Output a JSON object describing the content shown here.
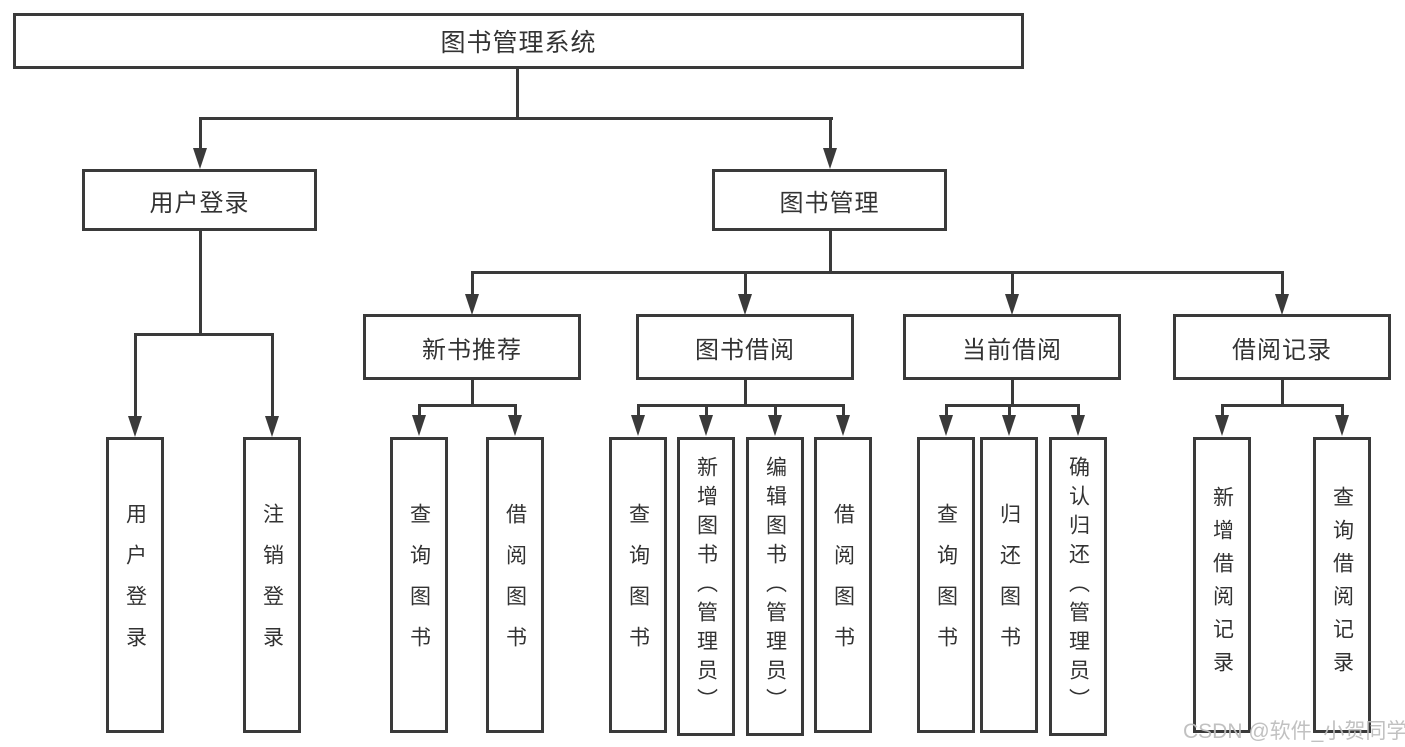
{
  "tree": {
    "label": "图书管理系统",
    "children": [
      {
        "label": "用户登录",
        "children": [
          {
            "label": "用户登录"
          },
          {
            "label": "注销登录"
          }
        ]
      },
      {
        "label": "图书管理",
        "children": [
          {
            "label": "新书推荐",
            "children": [
              {
                "label": "查询图书"
              },
              {
                "label": "借阅图书"
              }
            ]
          },
          {
            "label": "图书借阅",
            "children": [
              {
                "label": "查询图书"
              },
              {
                "label": "新增图书（管理员）"
              },
              {
                "label": "编辑图书（管理员）"
              },
              {
                "label": "借阅图书"
              }
            ]
          },
          {
            "label": "当前借阅",
            "children": [
              {
                "label": "查询图书"
              },
              {
                "label": "归还图书"
              },
              {
                "label": "确认归还（管理员）"
              }
            ]
          },
          {
            "label": "借阅记录",
            "children": [
              {
                "label": "新增借阅记录"
              },
              {
                "label": "查询借阅记录"
              }
            ]
          }
        ]
      }
    ]
  },
  "watermark": "CSDN @软件_小贺同学",
  "colors": {
    "line": "#3a3a3a",
    "text": "#333333",
    "background": "#ffffff",
    "watermark": "#bebebe"
  }
}
